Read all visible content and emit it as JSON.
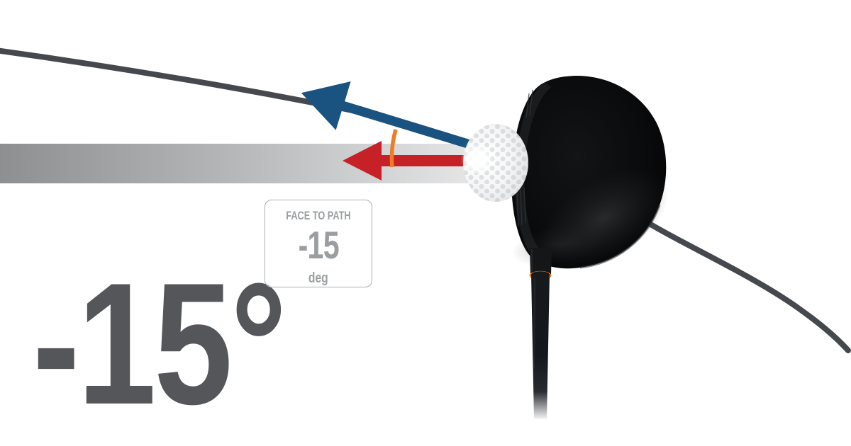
{
  "graphic_title": "golf-face-to-path-impact-diagram",
  "metric_panel": {
    "title": "FACE TO PATH",
    "value": "-15",
    "unit": "deg"
  },
  "big_angle_label": "-15°",
  "icons": {
    "blue_arrow": "face-direction-arrow",
    "red_arrow": "club-path-arrow",
    "orange_arc": "face-to-path-angle-arc",
    "gray_band": "club-path-band",
    "dark_curve": "swing-arc-line",
    "ball": "golf-ball",
    "club": "driver-club-head"
  },
  "colors": {
    "accent_blue": "#1a5280",
    "accent_red": "#c62127",
    "accent_orange": "#ee7c25",
    "hosel_ring_orange": "#e87a1f",
    "band_left": "#8d8f91",
    "band_mid": "#b5b7b8",
    "band_right": "#eeeeef",
    "big_label_gray": "#54565a",
    "panel_text_gray": "#9b9ea1",
    "panel_border_gray": "#aaadb0",
    "swing_line_gray": "#3f4347"
  }
}
